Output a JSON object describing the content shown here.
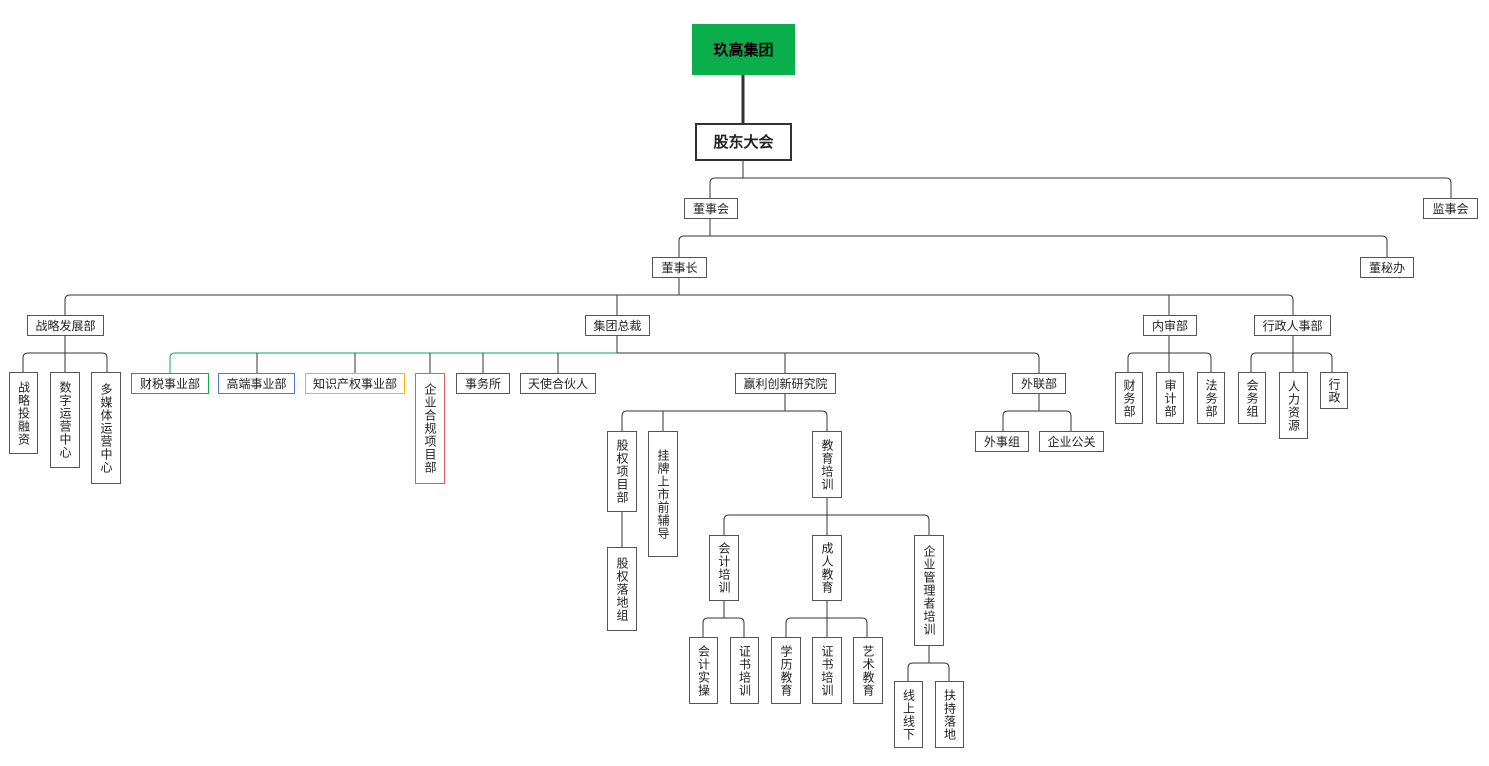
{
  "root": "玖高集团",
  "gm": "股东大会",
  "board": "董事会",
  "supervisors": "监事会",
  "chairman": "董事长",
  "secretary": "董秘办",
  "strategy": "战略发展部",
  "president": "集团总裁",
  "audit": "内审部",
  "admin": "行政人事部",
  "strategy_children": [
    "战略投融资",
    "数字运营中心",
    "多媒体运营中心"
  ],
  "president_children": [
    "财税事业部",
    "高端事业部",
    "知识产权事业部",
    "企业合规项目部",
    "事务所",
    "天使合伙人",
    "赢利创新研究院",
    "外联部"
  ],
  "audit_children": [
    "财务部",
    "审计部",
    "法务部"
  ],
  "admin_children": [
    "会务组",
    "人力资源",
    "行政"
  ],
  "institute_children": [
    "股权项目部",
    "挂牌上市前辅导",
    "教育培训"
  ],
  "equity_child": "股权落地组",
  "edu_children": [
    "会计培训",
    "成人教育",
    "企业管理者培训"
  ],
  "acct_children": [
    "会计实操",
    "证书培训"
  ],
  "adult_children": [
    "学历教育",
    "证书培训",
    "艺术教育"
  ],
  "mgmt_children": [
    "线上线下",
    "扶持落地"
  ],
  "liaison_children": [
    "外事组",
    "企业公关"
  ],
  "colors": {
    "root": "#0aae4c",
    "green": "#0aae4c",
    "blue": "#4a78e0",
    "yellow": "#f2b800",
    "red": "#e85a5a"
  }
}
